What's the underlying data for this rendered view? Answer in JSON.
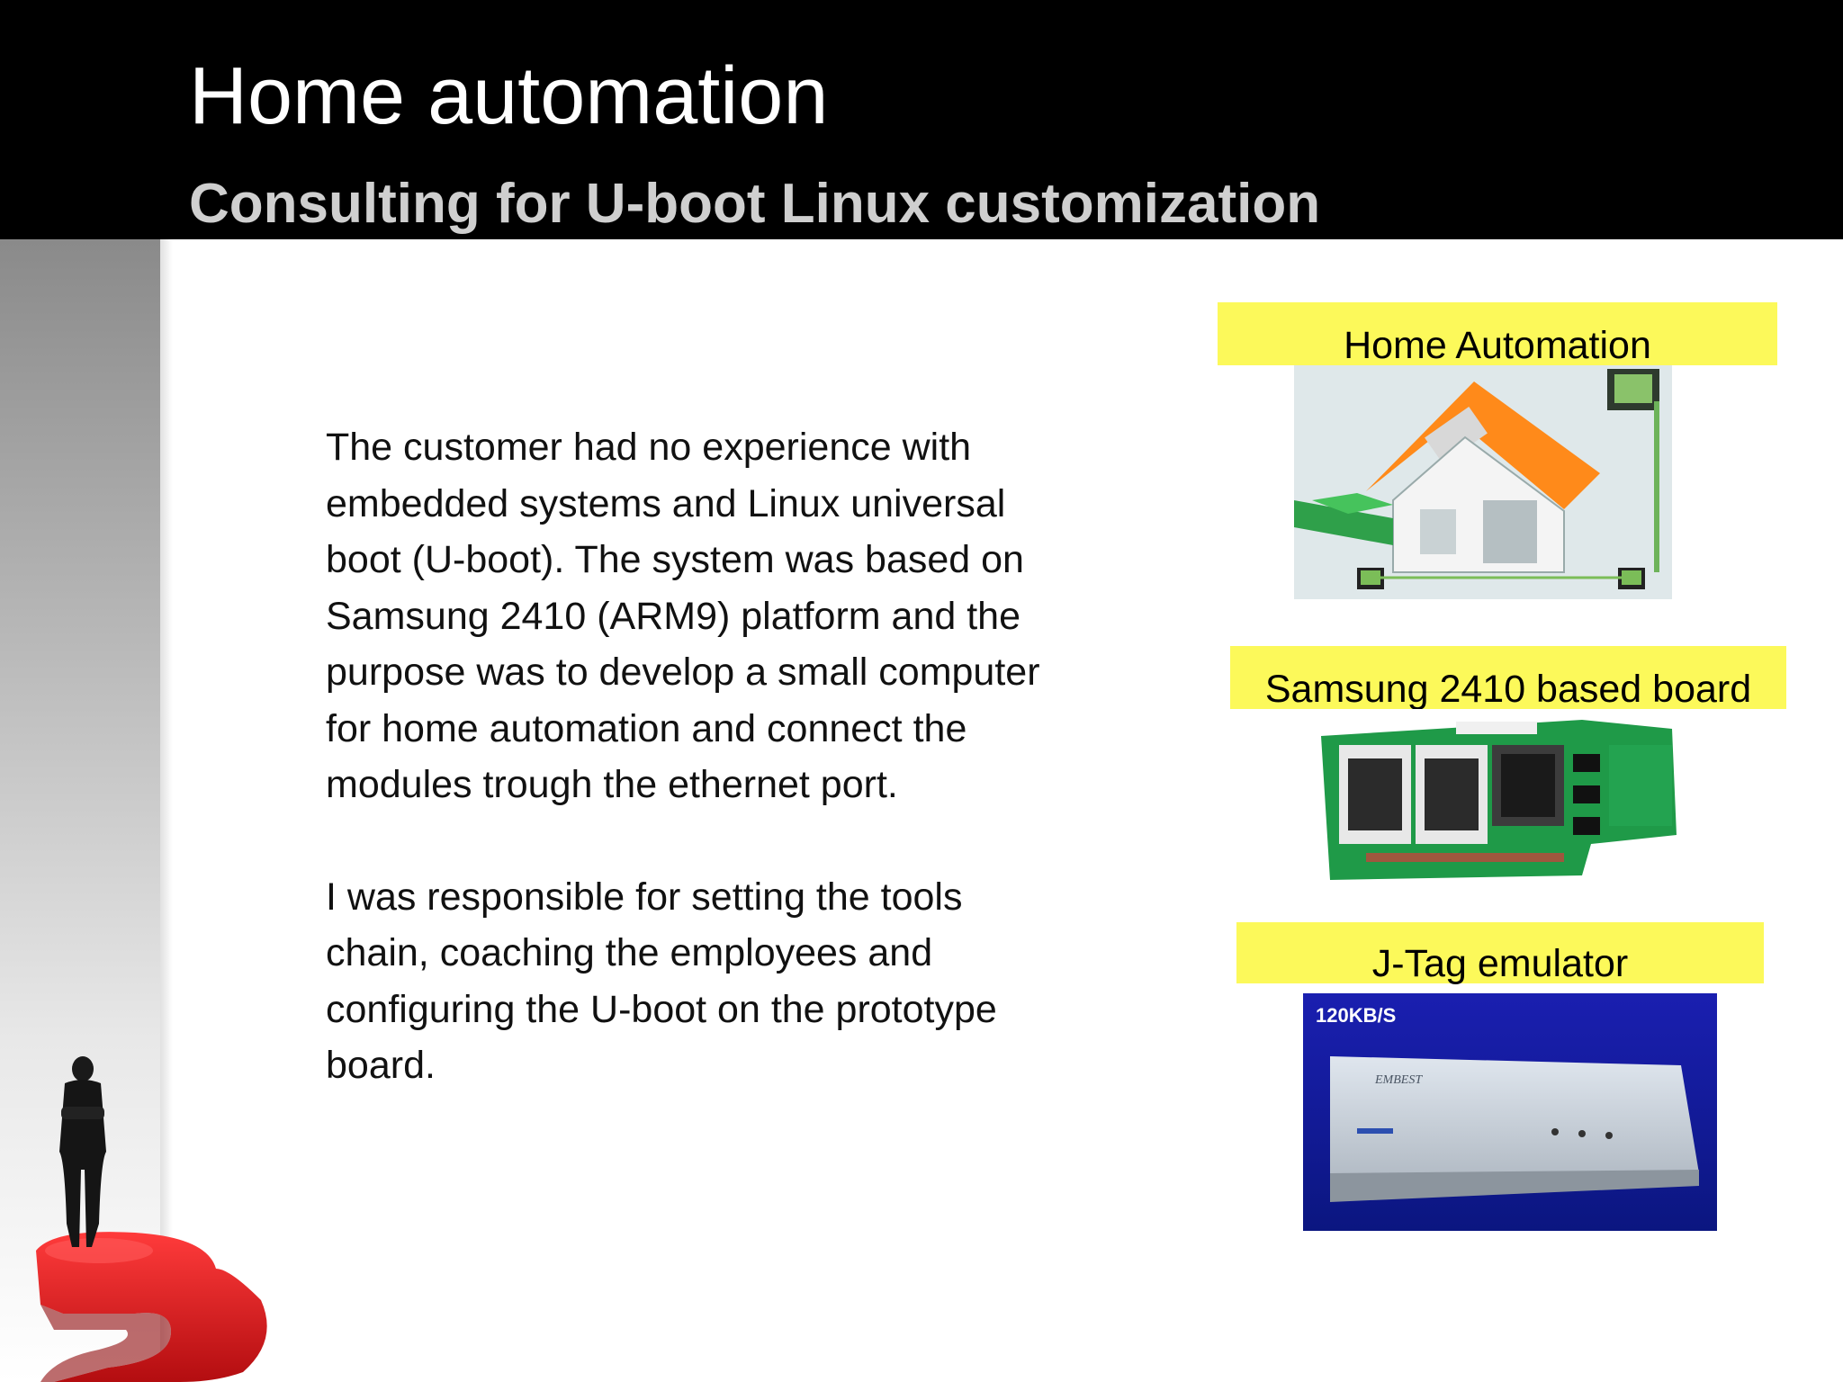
{
  "slide": {
    "title": "Home automation",
    "subtitle": "Consulting for U-boot Linux customization"
  },
  "content": {
    "paragraphs": [
      "The customer had no experience with embedded systems and Linux universal boot (U-boot). The system was based on Samsung 2410 (ARM9) platform and the purpose was to develop a small computer for home automation and connect the modules trough the ethernet port.",
      "I was responsible for setting the tools chain, coaching the employees and configuring the U-boot on the prototype board."
    ]
  },
  "images": [
    {
      "caption": "Home Automation",
      "icon": "house-diagram-icon"
    },
    {
      "caption": "Samsung 2410 based board",
      "icon": "circuit-board-icon"
    },
    {
      "caption": "J-Tag emulator",
      "icon": "jtag-emulator-icon",
      "device_text": "120KB/S",
      "brand_text": "EMBEST"
    }
  ],
  "colors": {
    "header_bg": "#000000",
    "title": "#ffffff",
    "subtitle": "#cfcfcf",
    "caption_bg": "#fcf95a",
    "accent_red": "#d7191c"
  }
}
